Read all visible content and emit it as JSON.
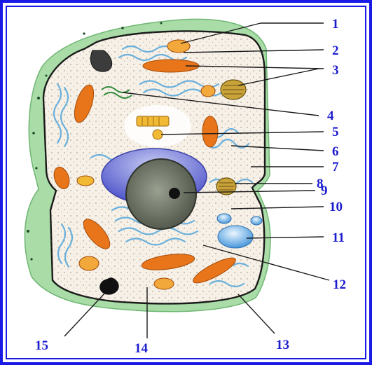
{
  "diagram": {
    "labels": [
      {
        "id": "l1",
        "text": "1"
      },
      {
        "id": "l2",
        "text": "2"
      },
      {
        "id": "l3",
        "text": "3"
      },
      {
        "id": "l4",
        "text": "4"
      },
      {
        "id": "l5",
        "text": "5"
      },
      {
        "id": "l6",
        "text": "6"
      },
      {
        "id": "l7",
        "text": "7"
      },
      {
        "id": "l8",
        "text": "8"
      },
      {
        "id": "l9",
        "text": "9"
      },
      {
        "id": "l10",
        "text": "10"
      },
      {
        "id": "l11",
        "text": "11"
      },
      {
        "id": "l12",
        "text": "12"
      },
      {
        "id": "l13",
        "text": "13"
      },
      {
        "id": "l14",
        "text": "14"
      },
      {
        "id": "l15",
        "text": "15"
      }
    ],
    "colors": {
      "frame": "#1a1ae6",
      "label": "#1c1ccf",
      "cell_wall": "#9ed8a0",
      "cytoplasm": "#f6f0e6",
      "nucleus_envelope": "#5b5fd6",
      "mitochondrion": "#e8751a",
      "er": "#6ab0dc",
      "vacuole": "#5aa6e6"
    }
  }
}
